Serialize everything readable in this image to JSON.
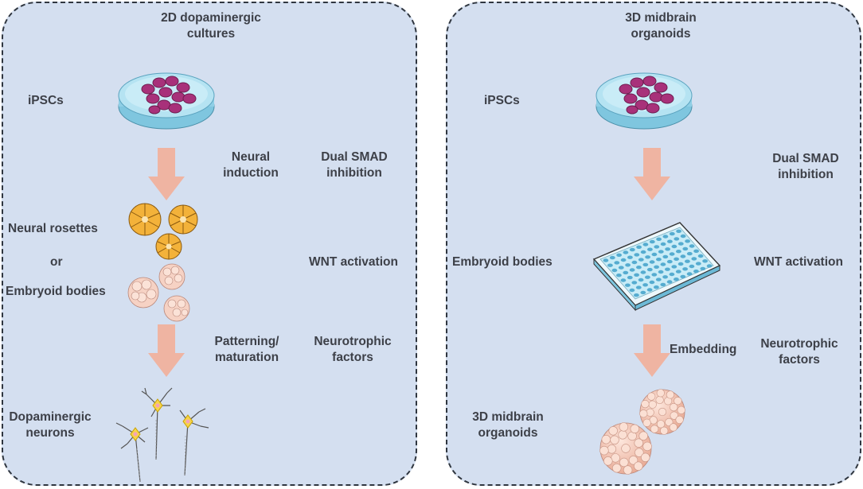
{
  "left_panel": {
    "title": [
      "2D dopaminergic",
      "cultures"
    ],
    "ipscs": "iPSCs",
    "step1_label": [
      "Neural",
      "induction"
    ],
    "step1_factor": [
      "Dual SMAD",
      "inhibition"
    ],
    "rosettes": "Neural rosettes",
    "or": "or",
    "embryoid": "Embryoid bodies",
    "wnt": "WNT activation",
    "step2_label": [
      "Patterning/",
      "maturation"
    ],
    "step2_factor": [
      "Neurotrophic",
      "factors"
    ],
    "output": [
      "Dopaminergic",
      "neurons"
    ]
  },
  "right_panel": {
    "title": [
      "3D midbrain",
      "organoids"
    ],
    "ipscs": "iPSCs",
    "step1_factor": [
      "Dual SMAD",
      "inhibition"
    ],
    "embryoid": "Embryoid bodies",
    "wnt": "WNT activation",
    "step2_label": "Embedding",
    "step2_factor": [
      "Neurotrophic",
      "factors"
    ],
    "output": [
      "3D midbrain",
      "organoids"
    ]
  },
  "colors": {
    "panel_bg": "#d4dff0",
    "arrow": "#efb4a2",
    "cell": "#a8317a",
    "rosette": "#f3b23a",
    "eb": "#f6d2c4",
    "dish": "#9fd8ec"
  }
}
